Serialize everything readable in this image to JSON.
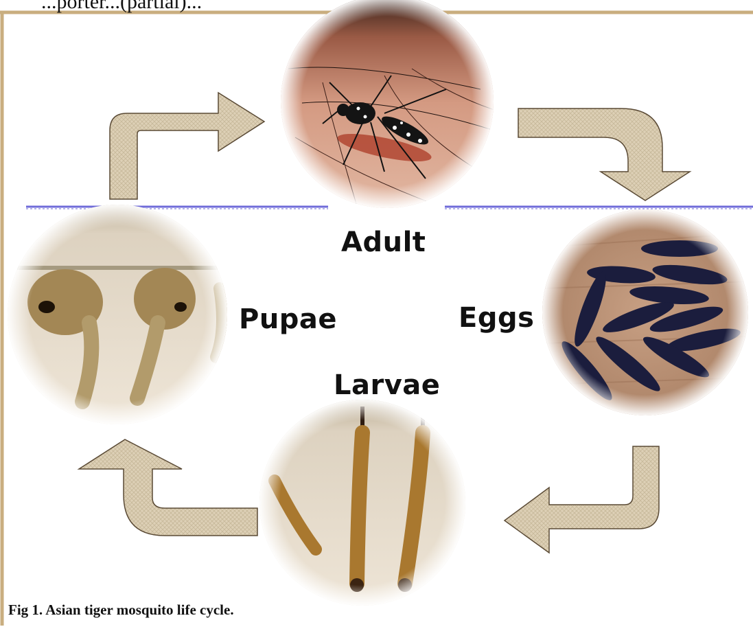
{
  "top_text": "...porter...(partial)...",
  "stages": {
    "adult": "Adult",
    "eggs": "Eggs",
    "larvae": "Larvae",
    "pupae": "Pupae"
  },
  "caption": "Fig 1.  Asian tiger mosquito life cycle.",
  "colors": {
    "border": "#c9ae7f",
    "water_line": "#6f6bd9",
    "arrow_fill": "#ddd0b6",
    "arrow_stroke": "#5a4a35",
    "egg": "#1b1d3d"
  }
}
